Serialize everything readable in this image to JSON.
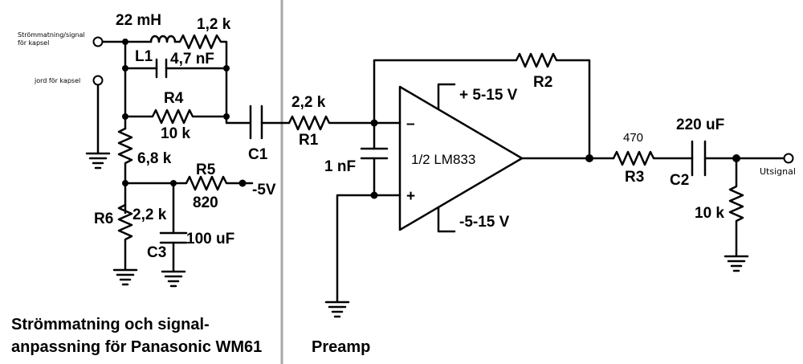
{
  "inputs": {
    "supply_signal": "Strömmatning/signal",
    "for_capsule": "för kapsel",
    "ground_capsule": "jord för kapsel"
  },
  "components": {
    "l1_value": "22 mH",
    "l1_label": "L1",
    "r_series_value": "1,2 k",
    "c_parallel_value": "4,7 nF",
    "r4_label": "R4",
    "r4_value": "10 k",
    "r_68_value": "6,8 k",
    "r5_label": "R5",
    "r5_value": "820",
    "supply_neg": "-5V",
    "r6_label": "R6",
    "r6_value": "2,2 k",
    "c3_value": "100 uF",
    "c3_label": "C3",
    "c1_label": "C1",
    "r1_value": "2,2 k",
    "r1_label": "R1",
    "c_input_value": "1 nF",
    "r2_label": "R2",
    "opamp_pos_supply": "+ 5-15 V",
    "opamp_neg_supply": "-5-15 V",
    "opamp_minus": "–",
    "opamp_plus": "+",
    "opamp_label": "1/2 LM833",
    "r3_value": "470",
    "r3_label": "R3",
    "c2_value": "220 uF",
    "c2_label": "C2",
    "r_out_value": "10 k",
    "output_label": "Utsignal"
  },
  "captions": {
    "left_line1": "Strömmatning och signal-",
    "left_line2": "anpassning för Panasonic WM61",
    "right": "Preamp"
  }
}
